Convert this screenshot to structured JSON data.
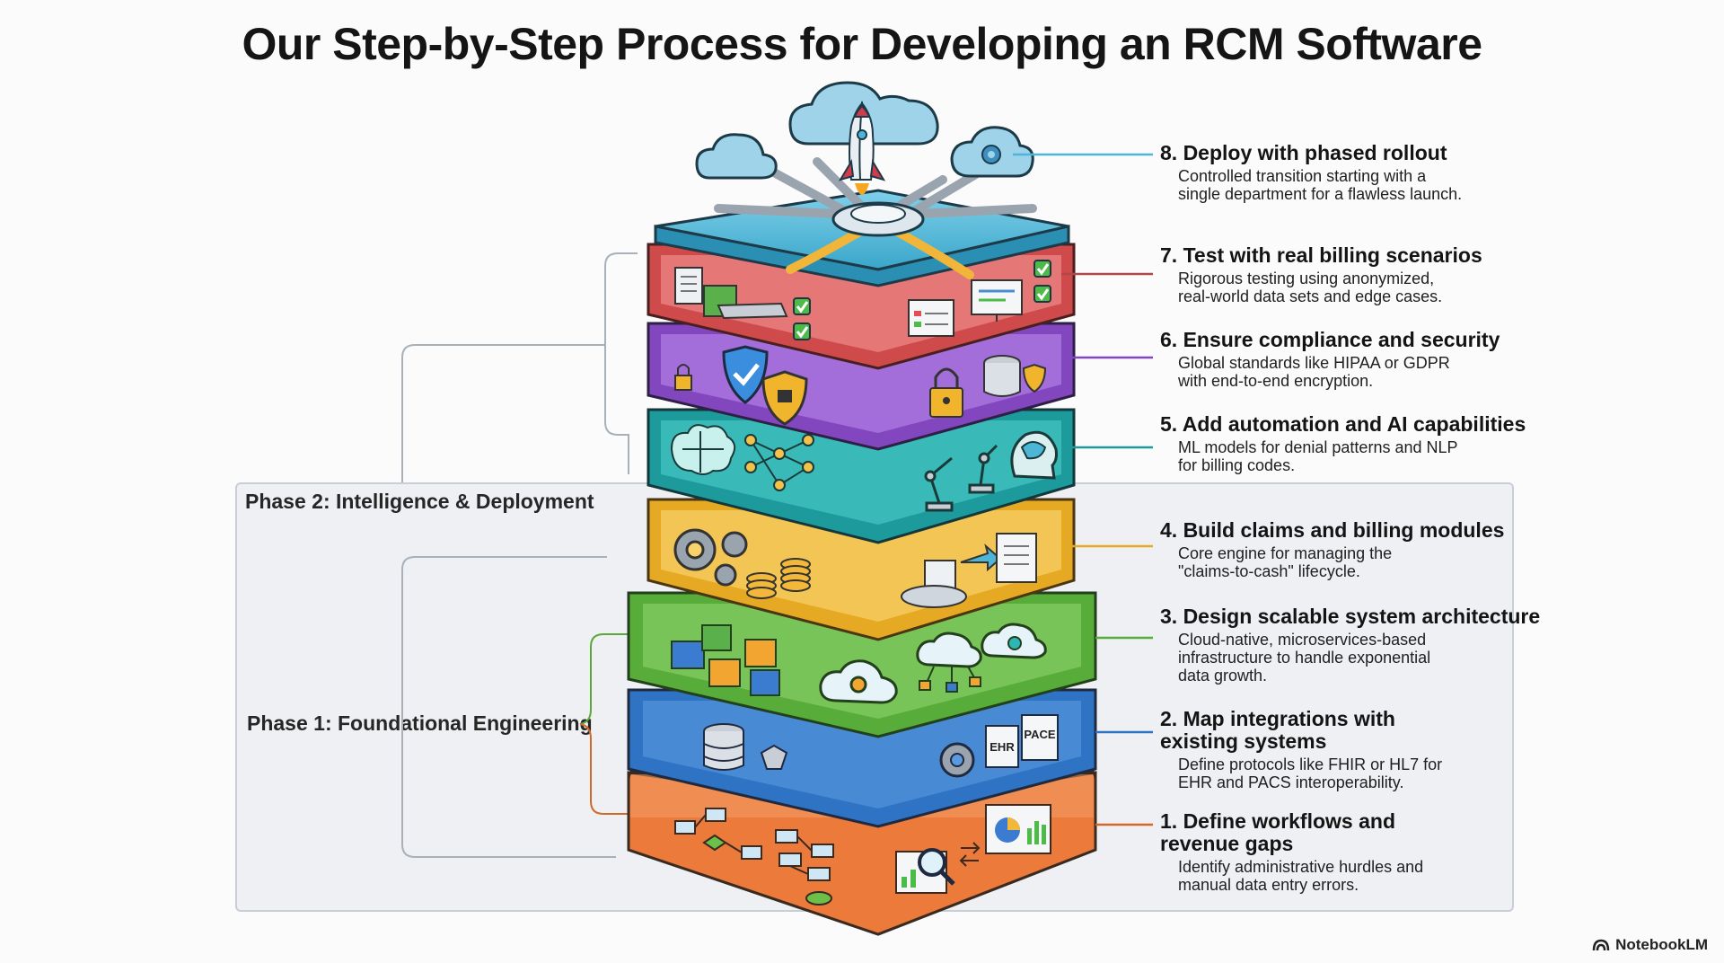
{
  "title": "Our Step-by-Step Process for Developing an RCM Software",
  "phases": {
    "phase2": "Phase 2: Intelligence & Deployment",
    "phase1": "Phase 1: Foundational Engineering"
  },
  "steps": [
    {
      "title": "8. Deploy with phased rollout",
      "desc": "Controlled transition starting with a\nsingle department for a flawless launch."
    },
    {
      "title": "7. Test with real billing scenarios",
      "desc": "Rigorous testing using anonymized,\nreal-world data sets and edge cases."
    },
    {
      "title": "6. Ensure compliance and security",
      "desc": "Global standards like HIPAA or GDPR\nwith end-to-end encryption."
    },
    {
      "title": "5. Add automation and AI capabilities",
      "desc": "ML models for denial patterns and NLP\nfor billing codes."
    },
    {
      "title": "4. Build claims and billing modules",
      "desc": "Core engine for managing the\n\"claims-to-cash\" lifecycle."
    },
    {
      "title": "3. Design scalable system architecture",
      "desc": "Cloud-native, microservices-based\ninfrastructure to handle exponential\ndata growth."
    },
    {
      "title": "2. Map integrations with\nexisting systems",
      "desc": "Define protocols like FHIR or HL7 for\nEHR and PACS interoperability."
    },
    {
      "title": "1. Define workflows and\nrevenue gaps",
      "desc": "Identify administrative hurdles and\nmanual data entry errors."
    }
  ],
  "icon_labels": {
    "ehr": "EHR",
    "pace": "PACE"
  },
  "colors": {
    "layer8": "#4db6d6",
    "layer7": "#e06060",
    "layer6": "#9c5bcf",
    "layer5": "#2eb5b5",
    "layer4": "#f3bd3a",
    "layer3": "#6cc04a",
    "layer2": "#3d86d6",
    "layer1": "#ec7a3a"
  },
  "brand": "NotebookLM"
}
